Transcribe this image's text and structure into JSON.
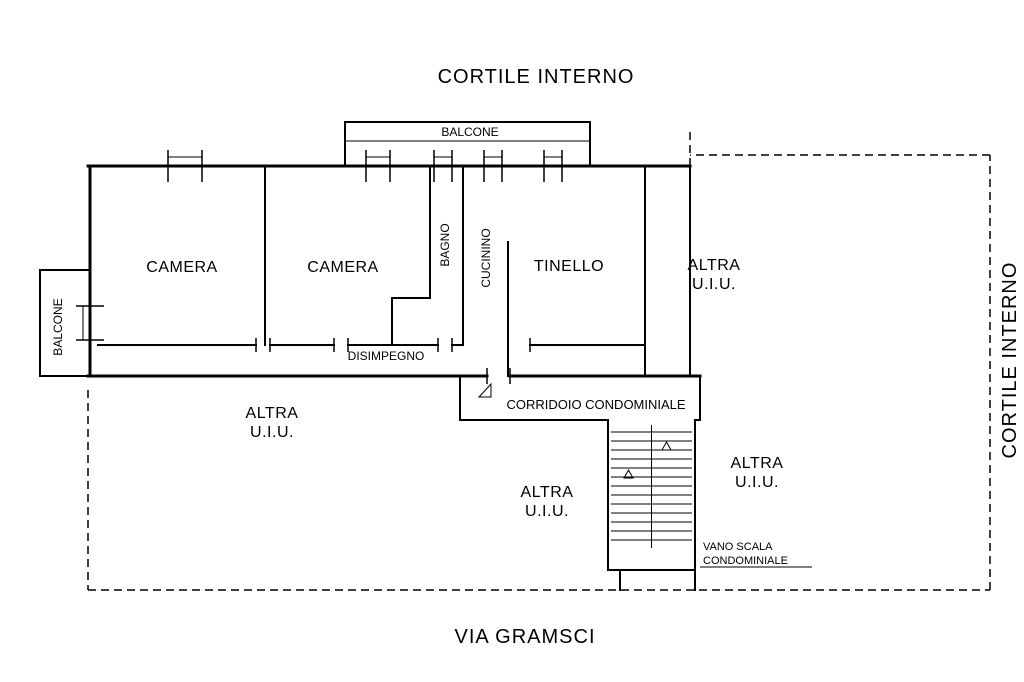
{
  "labels": {
    "cortile_top": "CORTILE INTERNO",
    "via_gramsci": "VIA GRAMSCI",
    "cortile_right": "CORTILE INTERNO",
    "balcone_top": "BALCONE",
    "balcone_left": "BALCONE",
    "camera_1": "CAMERA",
    "camera_2": "CAMERA",
    "bagno": "BAGNO",
    "cucinino": "CUCININO",
    "tinello": "TINELLO",
    "disimpegno": "DISIMPEGNO",
    "corridoio_condominiale": "CORRIDOIO CONDOMINIALE",
    "altra_uiu": {
      "line1": "ALTRA",
      "line2": "U.I.U."
    },
    "vano_scala": {
      "line1": "VANO SCALA",
      "line2": "CONDOMINIALE"
    }
  },
  "colors": {
    "ink": "#000000",
    "background": "#ffffff"
  }
}
